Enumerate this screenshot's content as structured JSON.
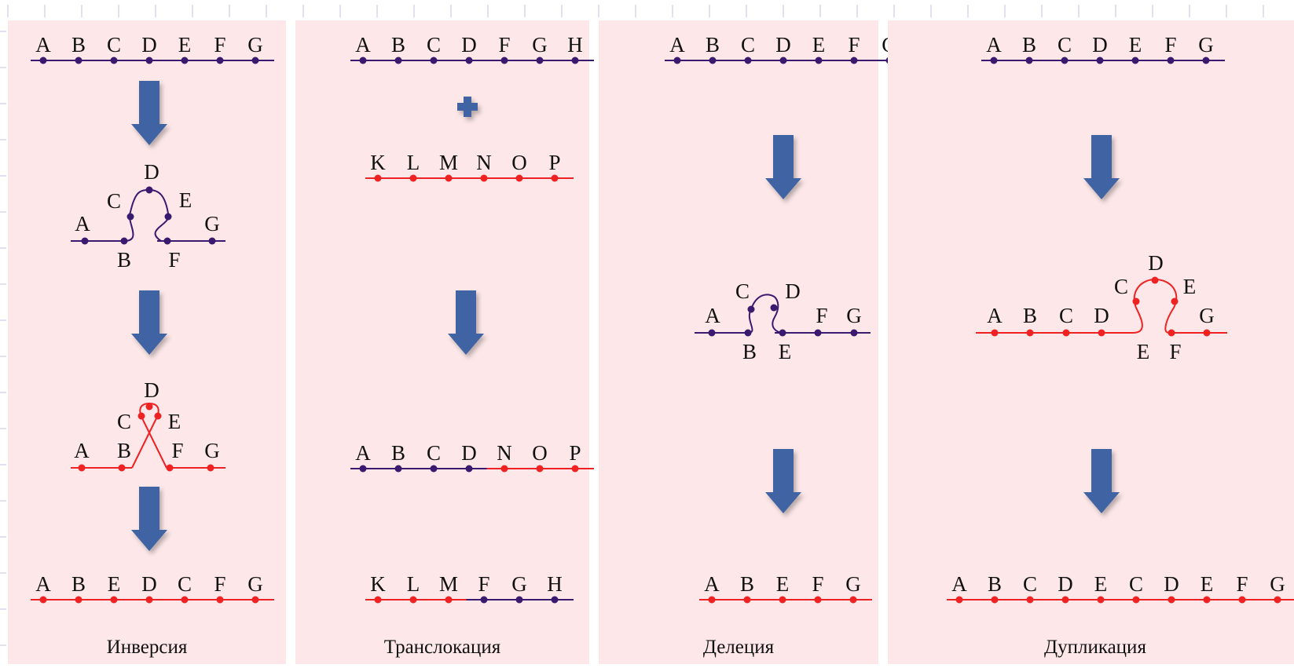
{
  "colors": {
    "panel_bg": "#fde7e8",
    "purple": "#3a1a6e",
    "red": "#ee2222",
    "arrow": "#3f63a3"
  },
  "panels": [
    {
      "id": "inversion",
      "caption": "Инверсия",
      "rows": [
        {
          "kind": "line",
          "labels": [
            "A",
            "B",
            "C",
            "D",
            "E",
            "F",
            "G"
          ],
          "colors": [
            "p",
            "p",
            "p",
            "p",
            "p",
            "p",
            "p"
          ]
        },
        {
          "kind": "loop",
          "style": "twist",
          "line_color": "p",
          "top": [
            "C",
            "D",
            "E"
          ],
          "left": [
            "A"
          ],
          "right": [
            "G"
          ],
          "bottom": [
            "B",
            "F"
          ]
        },
        {
          "kind": "loop",
          "style": "cross",
          "line_color": "r",
          "top": [
            "C",
            "D",
            "E"
          ],
          "left": [
            "A",
            "B"
          ],
          "right": [
            "F",
            "G"
          ],
          "bottom": []
        },
        {
          "kind": "line",
          "labels": [
            "A",
            "B",
            "E",
            "D",
            "C",
            "F",
            "G"
          ],
          "colors": [
            "r",
            "r",
            "r",
            "r",
            "r",
            "r",
            "r"
          ]
        }
      ]
    },
    {
      "id": "translocation",
      "caption": "Транслокация",
      "rows": [
        {
          "kind": "line",
          "labels": [
            "A",
            "B",
            "C",
            "D",
            "F",
            "G",
            "H"
          ],
          "colors": [
            "p",
            "p",
            "p",
            "p",
            "p",
            "p",
            "p"
          ]
        },
        {
          "kind": "plus"
        },
        {
          "kind": "line",
          "labels": [
            "K",
            "L",
            "M",
            "N",
            "O",
            "P"
          ],
          "colors": [
            "r",
            "r",
            "r",
            "r",
            "r",
            "r"
          ]
        },
        {
          "kind": "line",
          "labels": [
            "A",
            "B",
            "C",
            "D",
            "N",
            "O",
            "P"
          ],
          "colors": [
            "p",
            "p",
            "p",
            "p",
            "r",
            "r",
            "r"
          ]
        },
        {
          "kind": "line",
          "labels": [
            "K",
            "L",
            "M",
            "F",
            "G",
            "H"
          ],
          "colors": [
            "r",
            "r",
            "r",
            "p",
            "p",
            "p"
          ]
        }
      ]
    },
    {
      "id": "deletion",
      "caption": "Делеция",
      "rows": [
        {
          "kind": "line",
          "labels": [
            "A",
            "B",
            "C",
            "D",
            "E",
            "F",
            "G"
          ],
          "colors": [
            "p",
            "p",
            "p",
            "p",
            "p",
            "p",
            "p"
          ]
        },
        {
          "kind": "loop",
          "style": "small",
          "line_color": "p",
          "top": [
            "C",
            "D"
          ],
          "left": [
            "A"
          ],
          "right": [
            "F",
            "G"
          ],
          "bottom": [
            "B",
            "E"
          ]
        },
        {
          "kind": "line",
          "labels": [
            "A",
            "B",
            "E",
            "F",
            "G"
          ],
          "colors": [
            "r",
            "r",
            "r",
            "r",
            "r"
          ]
        }
      ]
    },
    {
      "id": "duplication",
      "caption": "Дупликация",
      "rows": [
        {
          "kind": "line",
          "labels": [
            "A",
            "B",
            "C",
            "D",
            "E",
            "F",
            "G"
          ],
          "colors": [
            "p",
            "p",
            "p",
            "p",
            "p",
            "p",
            "p"
          ]
        },
        {
          "kind": "loop",
          "style": "ring",
          "line_color": "r",
          "top": [
            "C",
            "D",
            "E"
          ],
          "left": [
            "A",
            "B",
            "C",
            "D"
          ],
          "right": [
            "G"
          ],
          "bottom": [
            "E",
            "F"
          ]
        },
        {
          "kind": "line",
          "labels": [
            "A",
            "B",
            "C",
            "D",
            "E",
            "C",
            "D",
            "E",
            "F",
            "G"
          ],
          "colors": [
            "r",
            "r",
            "r",
            "r",
            "r",
            "r",
            "r",
            "r",
            "r",
            "r"
          ]
        }
      ]
    }
  ]
}
